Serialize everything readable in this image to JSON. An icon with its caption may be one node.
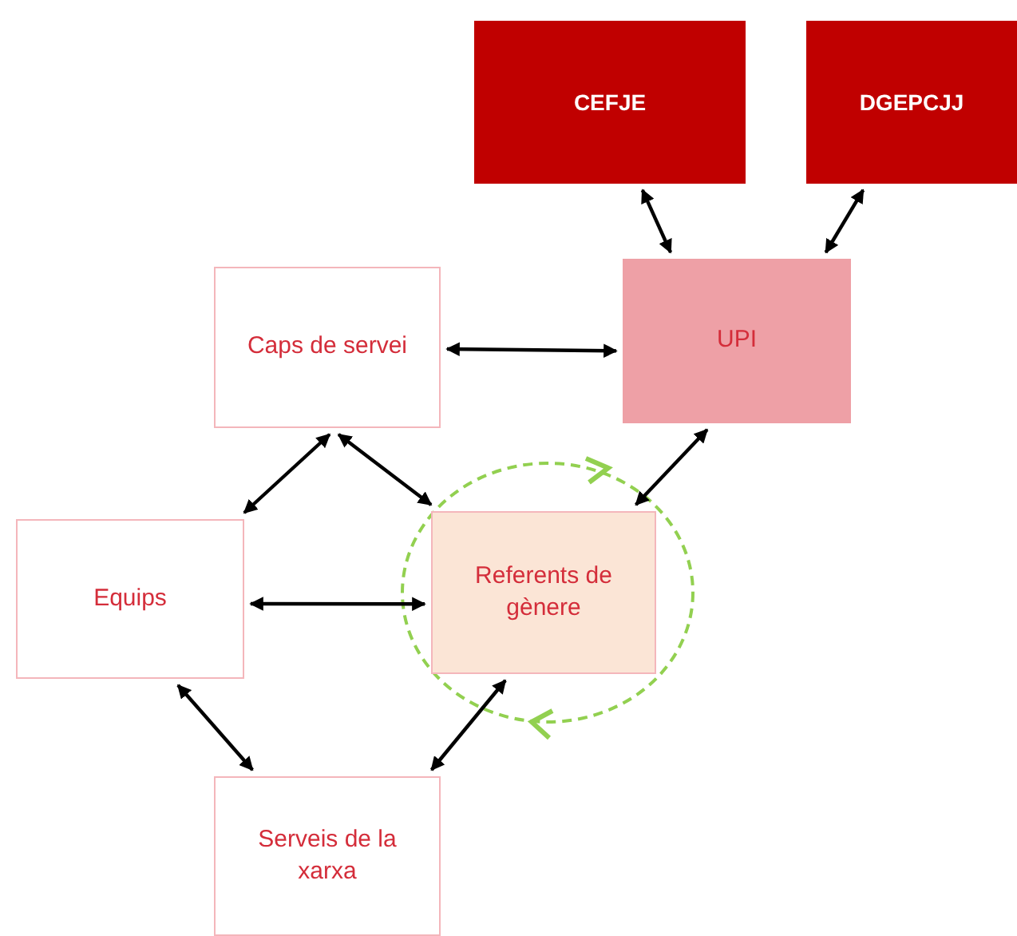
{
  "diagram": {
    "nodes": [
      {
        "text": [
          "CEFJE"
        ]
      },
      {
        "text": [
          "DGEPCJJ"
        ]
      },
      {
        "text": [
          "Caps de servei"
        ]
      },
      {
        "text": [
          "UPI"
        ]
      },
      {
        "text": [
          "Equips"
        ]
      },
      {
        "text": [
          "Referents de gènere"
        ]
      },
      {
        "text": [
          "Serveis de la xarxa"
        ]
      }
    ],
    "edges": [
      {
        "from": 0,
        "to": 3,
        "arrow": "both"
      },
      {
        "from": 1,
        "to": 3,
        "arrow": "both"
      },
      {
        "from": 2,
        "to": 3,
        "arrow": "both"
      },
      {
        "from": 2,
        "to": 4,
        "arrow": "both"
      },
      {
        "from": 2,
        "to": 5,
        "arrow": "both"
      },
      {
        "from": 3,
        "to": 5,
        "arrow": "both"
      },
      {
        "from": 4,
        "to": 5,
        "arrow": "both"
      },
      {
        "from": 4,
        "to": 6,
        "arrow": "both"
      },
      {
        "from": 5,
        "to": 6,
        "arrow": "both"
      }
    ]
  }
}
